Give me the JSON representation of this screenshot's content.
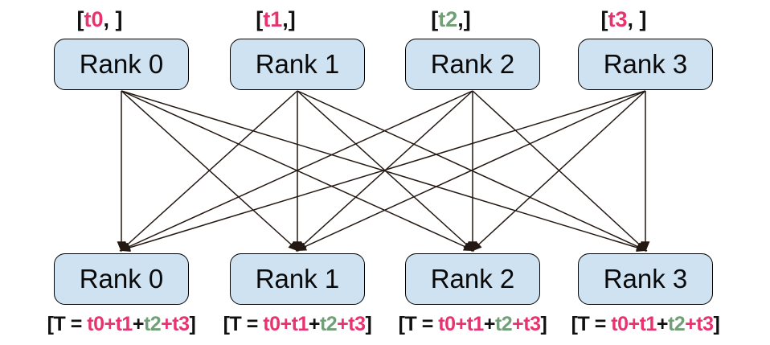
{
  "diagram": {
    "kind": "all-to-all rank communication (allreduce of t values)",
    "connections": "all-to-all: every top rank connects to every bottom rank with an arrow",
    "colors": {
      "pink": "#e8336e",
      "green": "#71a077",
      "black": "#111111",
      "box_fill": "#cfe2f2",
      "box_border": "#000000",
      "line": "#241812"
    },
    "top_nodes": [
      {
        "label": "Rank 0"
      },
      {
        "label": "Rank 1"
      },
      {
        "label": "Rank 2"
      },
      {
        "label": "Rank 3"
      }
    ],
    "bottom_nodes": [
      {
        "label": "Rank 0"
      },
      {
        "label": "Rank 1"
      },
      {
        "label": "Rank 2"
      },
      {
        "label": "Rank 3"
      }
    ],
    "top_annotations": [
      {
        "segments": [
          {
            "t": "[",
            "c": "#111111"
          },
          {
            "t": "t0",
            "c": "#e8336e"
          },
          {
            "t": ", ]",
            "c": "#111111"
          }
        ]
      },
      {
        "segments": [
          {
            "t": "[",
            "c": "#111111"
          },
          {
            "t": "t1",
            "c": "#e8336e"
          },
          {
            "t": ",]",
            "c": "#111111"
          }
        ]
      },
      {
        "segments": [
          {
            "t": "[",
            "c": "#111111"
          },
          {
            "t": "t2",
            "c": "#71a077"
          },
          {
            "t": ",]",
            "c": "#111111"
          }
        ]
      },
      {
        "segments": [
          {
            "t": "[",
            "c": "#111111"
          },
          {
            "t": "t3",
            "c": "#e8336e"
          },
          {
            "t": ", ]",
            "c": "#111111"
          }
        ]
      }
    ],
    "bottom_annotations": [
      {
        "segments": [
          {
            "t": "[T = ",
            "c": "#111111"
          },
          {
            "t": "t0",
            "c": "#e8336e"
          },
          {
            "t": "+",
            "c": "#e8336e"
          },
          {
            "t": "t1",
            "c": "#e8336e"
          },
          {
            "t": "+",
            "c": "#111111"
          },
          {
            "t": "t2",
            "c": "#71a077"
          },
          {
            "t": "+",
            "c": "#e8336e"
          },
          {
            "t": "t3",
            "c": "#e8336e"
          },
          {
            "t": "]",
            "c": "#111111"
          }
        ]
      },
      {
        "segments": [
          {
            "t": "[T = ",
            "c": "#111111"
          },
          {
            "t": "t0",
            "c": "#e8336e"
          },
          {
            "t": "+",
            "c": "#e8336e"
          },
          {
            "t": "t1",
            "c": "#e8336e"
          },
          {
            "t": "+",
            "c": "#111111"
          },
          {
            "t": "t2",
            "c": "#71a077"
          },
          {
            "t": "+",
            "c": "#e8336e"
          },
          {
            "t": "t3",
            "c": "#e8336e"
          },
          {
            "t": "]",
            "c": "#111111"
          }
        ]
      },
      {
        "segments": [
          {
            "t": "[T = ",
            "c": "#111111"
          },
          {
            "t": "t0",
            "c": "#e8336e"
          },
          {
            "t": "+",
            "c": "#e8336e"
          },
          {
            "t": "t1",
            "c": "#e8336e"
          },
          {
            "t": "+",
            "c": "#111111"
          },
          {
            "t": "t2",
            "c": "#71a077"
          },
          {
            "t": "+",
            "c": "#e8336e"
          },
          {
            "t": "t3",
            "c": "#e8336e"
          },
          {
            "t": "]",
            "c": "#111111"
          }
        ]
      },
      {
        "segments": [
          {
            "t": "[T = ",
            "c": "#111111"
          },
          {
            "t": "t0",
            "c": "#e8336e"
          },
          {
            "t": "+",
            "c": "#e8336e"
          },
          {
            "t": "t1",
            "c": "#e8336e"
          },
          {
            "t": "+",
            "c": "#111111"
          },
          {
            "t": "t2",
            "c": "#71a077"
          },
          {
            "t": "+",
            "c": "#e8336e"
          },
          {
            "t": "t3",
            "c": "#e8336e"
          },
          {
            "t": "]",
            "c": "#111111"
          }
        ]
      }
    ]
  }
}
